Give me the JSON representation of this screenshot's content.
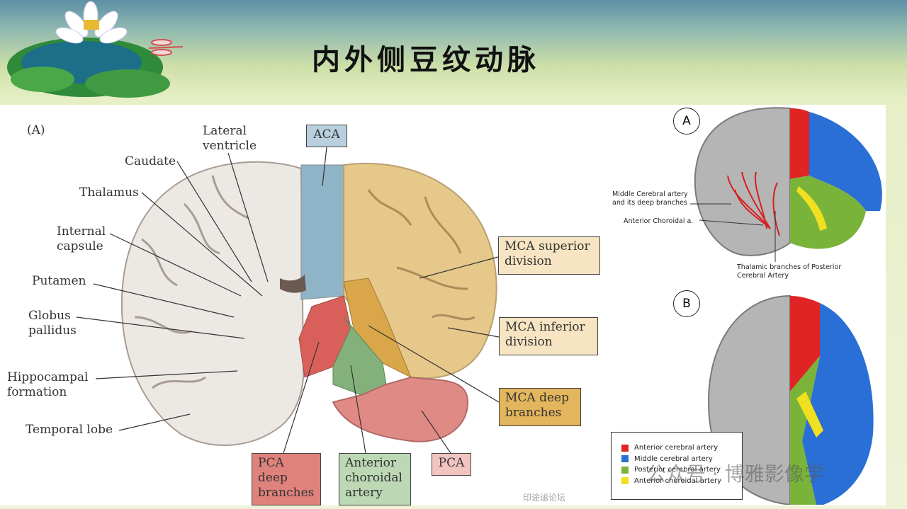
{
  "title": "内外侧豆纹动脉",
  "left_figure": {
    "panel_label": "(A)",
    "labels": {
      "lateral_ventricle": "Lateral\nventricle",
      "caudate": "Caudate",
      "thalamus": "Thalamus",
      "internal_capsule": "Internal\ncapsule",
      "putamen": "Putamen",
      "globus_pallidus": "Globus\npallidus",
      "hippocampal_formation": "Hippocampal\nformation",
      "temporal_lobe": "Temporal lobe"
    },
    "boxes": {
      "aca": "ACA",
      "mca_superior": "MCA superior\ndivision",
      "mca_inferior": "MCA inferior\ndivision",
      "mca_deep": "MCA deep\nbranches",
      "pca_deep": "PCA\ndeep\nbranches",
      "anterior_choroidal": "Anterior\nchoroidal\nartery",
      "pca": "PCA"
    }
  },
  "right_figure": {
    "panel_a": "A",
    "panel_b": "B",
    "labels": {
      "mca_deep": "Middle Cerebral artery\nand its deep branches",
      "anterior_choroidal": "Anterior Choroidal a.",
      "thalamic": "Thalamic branches of Posterior\nCerebral Artery"
    },
    "legend": [
      {
        "label": "Anterior cerebral artery",
        "color": "#e02424"
      },
      {
        "label": "Middle cerebral artery",
        "color": "#2a6fd6"
      },
      {
        "label": "Posterior cerebral artery",
        "color": "#7ab33a"
      },
      {
        "label": "Anterior choroidal artery",
        "color": "#f0e020"
      }
    ]
  },
  "colors": {
    "aca": "#8fb4c8",
    "mca": "#e6c88a",
    "mca_deep": "#d9a74a",
    "pca": "#e08a86",
    "pca_deep": "#d9605a",
    "ant_choroidal": "#84b07c"
  },
  "watermarks": {
    "wechat": "公众号 · 博雅影像学",
    "bottom": "印途谧论坛"
  }
}
